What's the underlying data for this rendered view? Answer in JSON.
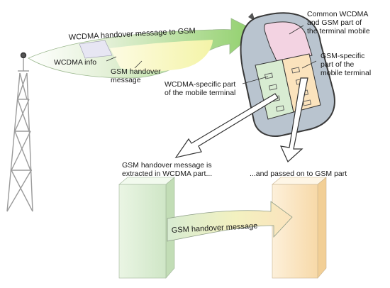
{
  "diagram": {
    "top_arrow_label": "WCDMA handover message to GSM",
    "wcdma_info_label": "WCDMA info",
    "gsm_handover_label": [
      "GSM handover",
      "message"
    ],
    "common_part_label": [
      "Common WCDMA",
      "and GSM part of",
      "the terminal mobile"
    ],
    "gsm_specific_label": [
      "GSM-specific",
      "part of the",
      "mobile terminal"
    ],
    "wcdma_specific_label": [
      "WCDMA-specific part",
      "of the mobile terminal"
    ],
    "extracted_label": [
      "GSM handover message is",
      "extracted in WCDMA part..."
    ],
    "passed_label": "...and passed on to GSM part",
    "bottom_arrow_label": "GSM handover message",
    "colors": {
      "wcdma_green": "#d8ecd2",
      "gsm_orange": "#fbe3bd",
      "common_pink": "#f3d3e2",
      "arrow_yellow": "#fdf7c4",
      "phone_body": "#b9c4cf"
    }
  }
}
